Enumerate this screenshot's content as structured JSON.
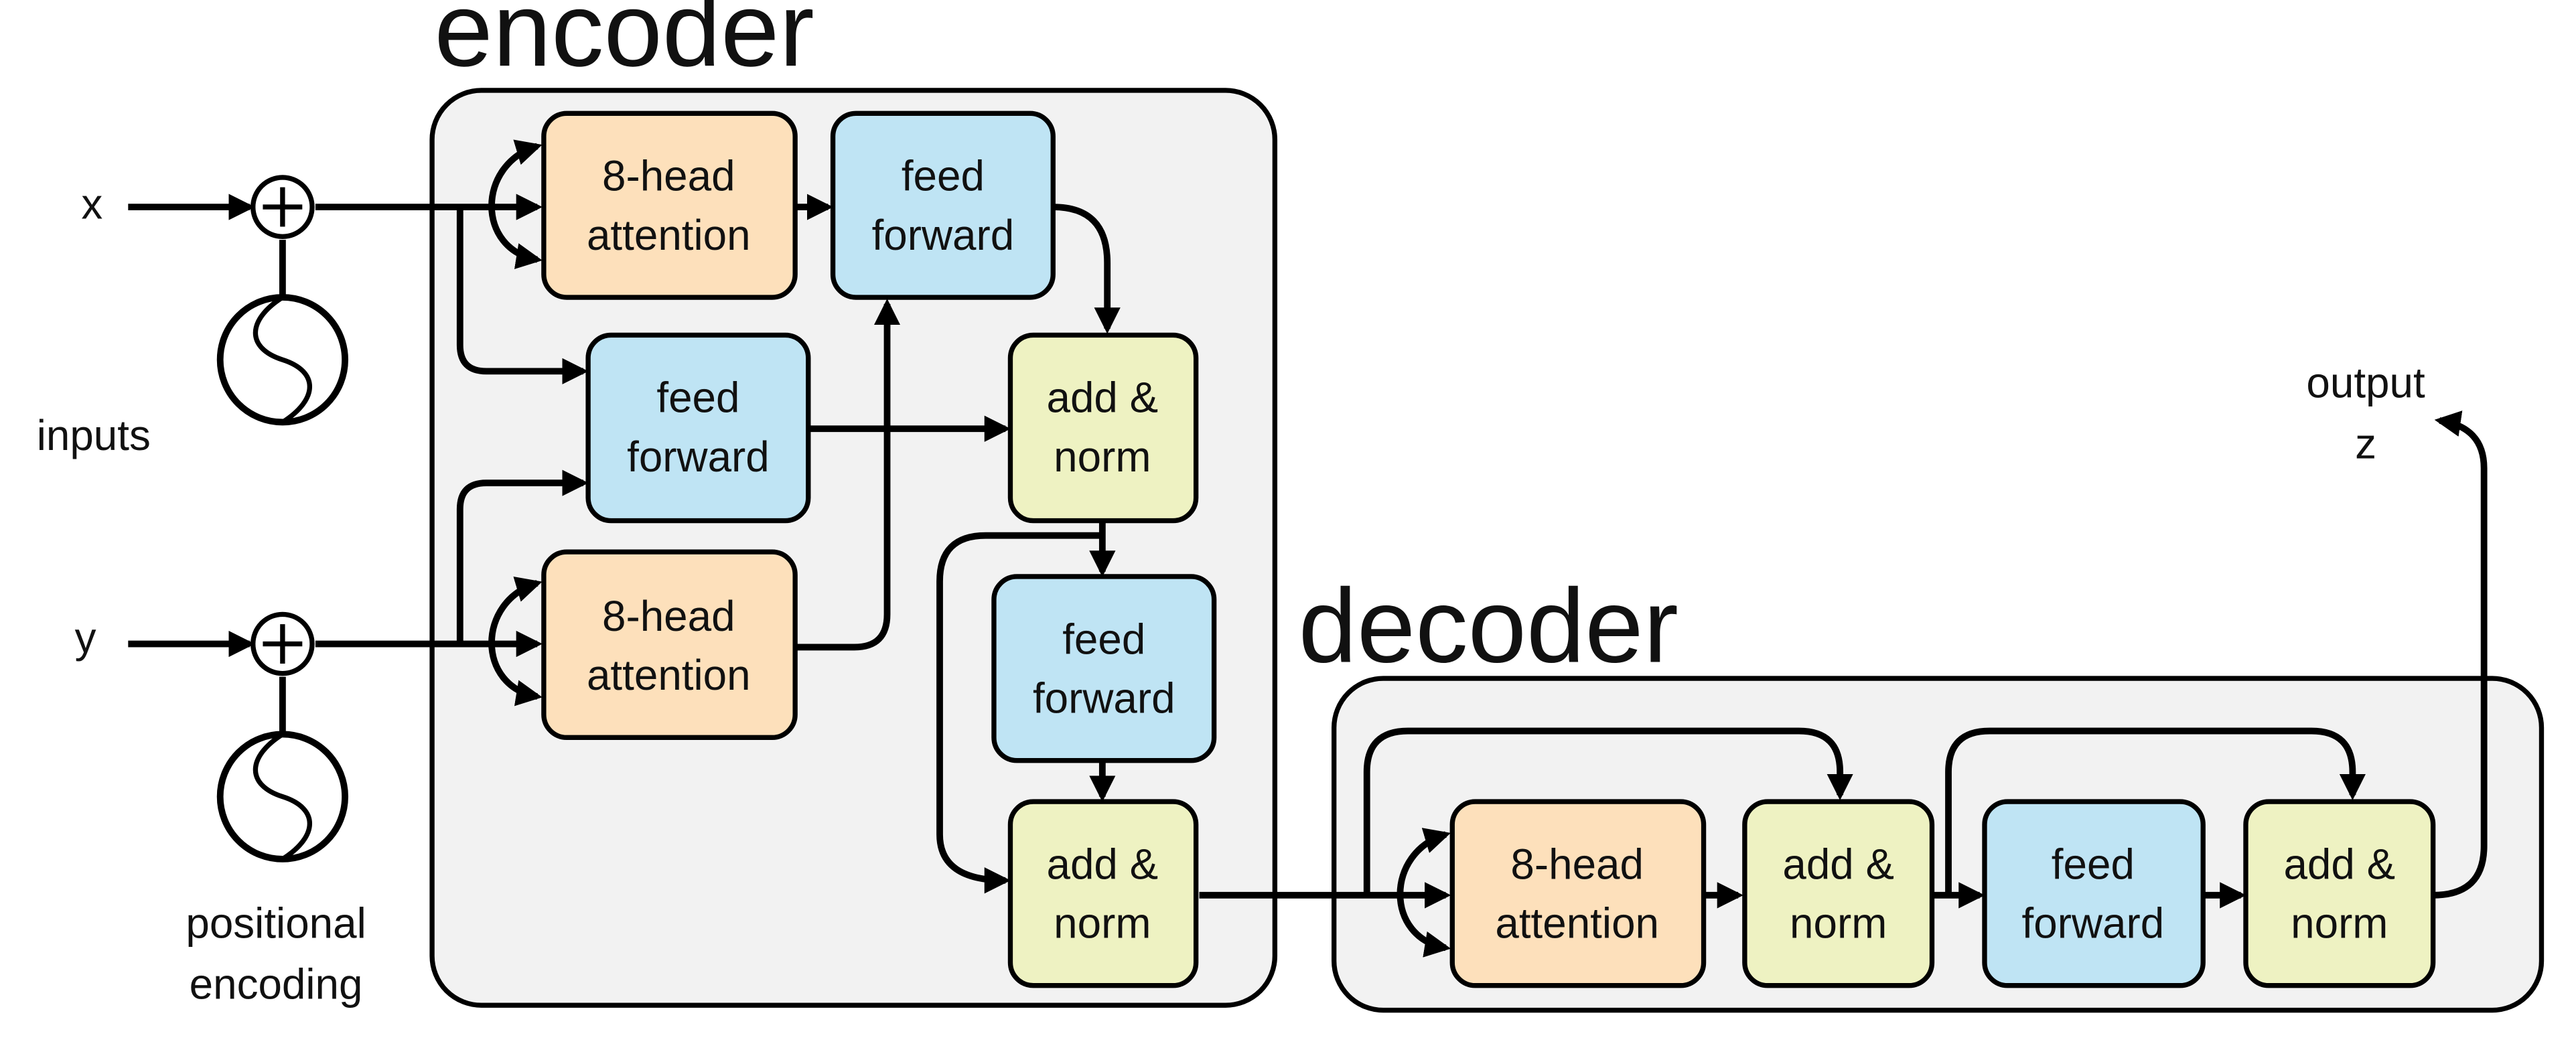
{
  "colors": {
    "attention": "#fde0bb",
    "feed_forward": "#bfe4f4",
    "add_norm": "#eef2c2",
    "container": "#f2f2f2",
    "stroke": "#000000"
  },
  "labels": {
    "x": "x",
    "y": "y",
    "inputs": "inputs",
    "positional_encoding": [
      "positional",
      "encoding"
    ],
    "encoder": "encoder",
    "decoder": "decoder",
    "output": [
      "output",
      "z"
    ]
  },
  "encoder_blocks": {
    "attention_x": [
      "8-head",
      "attention"
    ],
    "ff_x": [
      "feed",
      "forward"
    ],
    "ff_cross": [
      "feed",
      "forward"
    ],
    "attention_y": [
      "8-head",
      "attention"
    ],
    "add_norm_1": [
      "add &",
      "norm"
    ],
    "ff_mid": [
      "feed",
      "forward"
    ],
    "add_norm_2": [
      "add &",
      "norm"
    ]
  },
  "decoder_blocks": {
    "attention": [
      "8-head",
      "attention"
    ],
    "add_norm_1": [
      "add &",
      "norm"
    ],
    "ff": [
      "feed",
      "forward"
    ],
    "add_norm_2": [
      "add &",
      "norm"
    ]
  }
}
